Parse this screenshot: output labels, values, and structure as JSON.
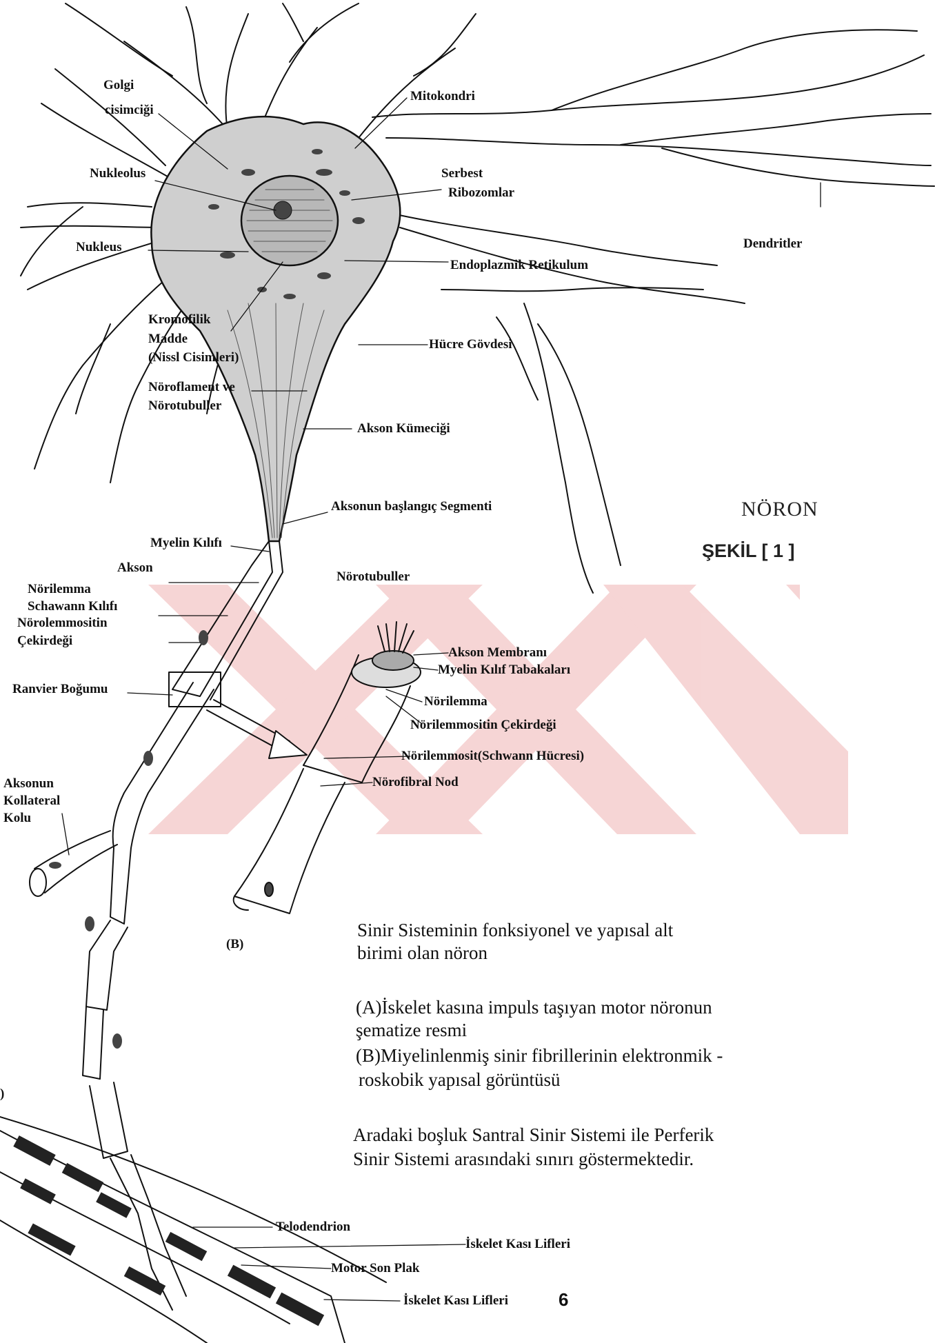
{
  "title": "NÖRON",
  "figure_label": "ŞEKİL [ 1 ]",
  "sub_label_b": "(B)",
  "sub_label_a": ")",
  "page_number": "6",
  "labels": {
    "golgi_1": "Golgi",
    "golgi_2": "cisimciği",
    "mitokondri": "Mitokondri",
    "nukleolus": "Nukleolus",
    "serbest_1": "Serbest",
    "serbest_2": "Ribozomlar",
    "nukleus": "Nukleus",
    "dendritler": "Dendritler",
    "endoplazmik": "Endoplazmik Retikulum",
    "kromofilik_1": "Kromofilik",
    "kromofilik_2": "Madde",
    "kromofilik_3": "(Nissl Cisimleri)",
    "hucre_govdesi": "Hücre Gövdesi",
    "noroflament_1": "Nöroflament ve",
    "noroflament_2": "Nörotubuller",
    "akson_kumecigi": "Akson Kümeciği",
    "akson_baslangic": "Aksonun başlangıç Segmenti",
    "myelin_kilifi": "Myelin Kılıfı",
    "akson": "Akson",
    "norilemma_1": "Nörilemma",
    "norilemma_2": "Schawann Kılıfı",
    "norolemmositin_1": "Nörolemmositin",
    "norolemmositin_2": "Çekirdeği",
    "ranvier": "Ranvier Boğumu",
    "kollateral_1": "Aksonun",
    "kollateral_2": "Kollateral",
    "kollateral_3": "Kolu",
    "norotubuller_b": "Nörotubuller",
    "akson_membrani": "Akson Membranı",
    "myelin_tabaka": "Myelin Kılıf Tabakaları",
    "norilemma_b": "Nörilemma",
    "norilemmositin_cek": "Nörilemmositin Çekirdeği",
    "norilemmosit": "Nörilemmosit(Schwann Hücresi)",
    "norofibral": "Nörofibral Nod",
    "telodendrion": "Telodendrion",
    "iskelet_1": "İskelet Kası Lifleri",
    "motor_son_plak": "Motor Son Plak",
    "iskelet_2": "İskelet Kası Lifleri"
  },
  "caption": {
    "p1_line1": "Sinir Sisteminin fonksiyonel ve yapısal alt",
    "p1_line2": "birimi olan nöron",
    "a_line1": "(A)İskelet kasına impuls taşıyan motor nöronun",
    "a_line2": "şematize resmi",
    "b_line1": "(B)Miyelinlenmiş sinir fibrillerinin elektronmik -",
    "b_line2": "roskobik yapısal görüntüsü",
    "p3_line1": "Aradaki boşluk Santral Sinir Sistemi ile Perferik",
    "p3_line2": "Sinir Sistemi arasındaki sınırı göstermektedir."
  },
  "colors": {
    "ink": "#111111",
    "soma_fill": "#cfcfcf",
    "watermark": "#e06a6a"
  }
}
